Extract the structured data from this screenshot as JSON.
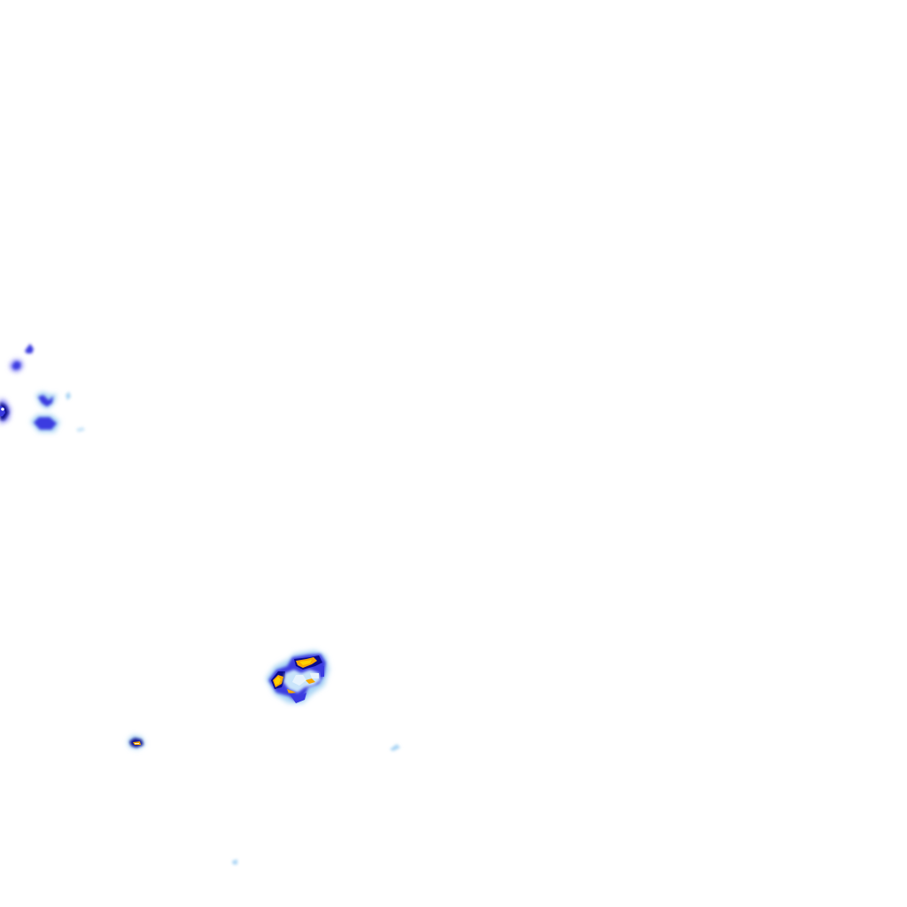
{
  "map": {
    "background_color": "#ffffff",
    "intensity_palette": {
      "trace": "#a8d4f4",
      "light": "#7c7cf2",
      "moderate": "#3a3ae0",
      "heavy": "#0a0a8c",
      "very_heavy": "#f5a800",
      "extreme": "#ffd400"
    },
    "precipitation_cells": [
      {
        "id": "west-cell-1",
        "intensity": "moderate"
      },
      {
        "id": "west-cell-2",
        "intensity": "moderate"
      },
      {
        "id": "west-cell-3",
        "intensity": "heavy"
      },
      {
        "id": "west-cell-4",
        "intensity": "moderate"
      },
      {
        "id": "west-cell-5",
        "intensity": "moderate"
      },
      {
        "id": "west-cell-6",
        "intensity": "trace"
      },
      {
        "id": "central-cell",
        "intensity": "very_heavy"
      },
      {
        "id": "south-cell-1",
        "intensity": "heavy"
      },
      {
        "id": "south-cell-2",
        "intensity": "trace"
      },
      {
        "id": "south-cell-3",
        "intensity": "trace"
      }
    ]
  }
}
